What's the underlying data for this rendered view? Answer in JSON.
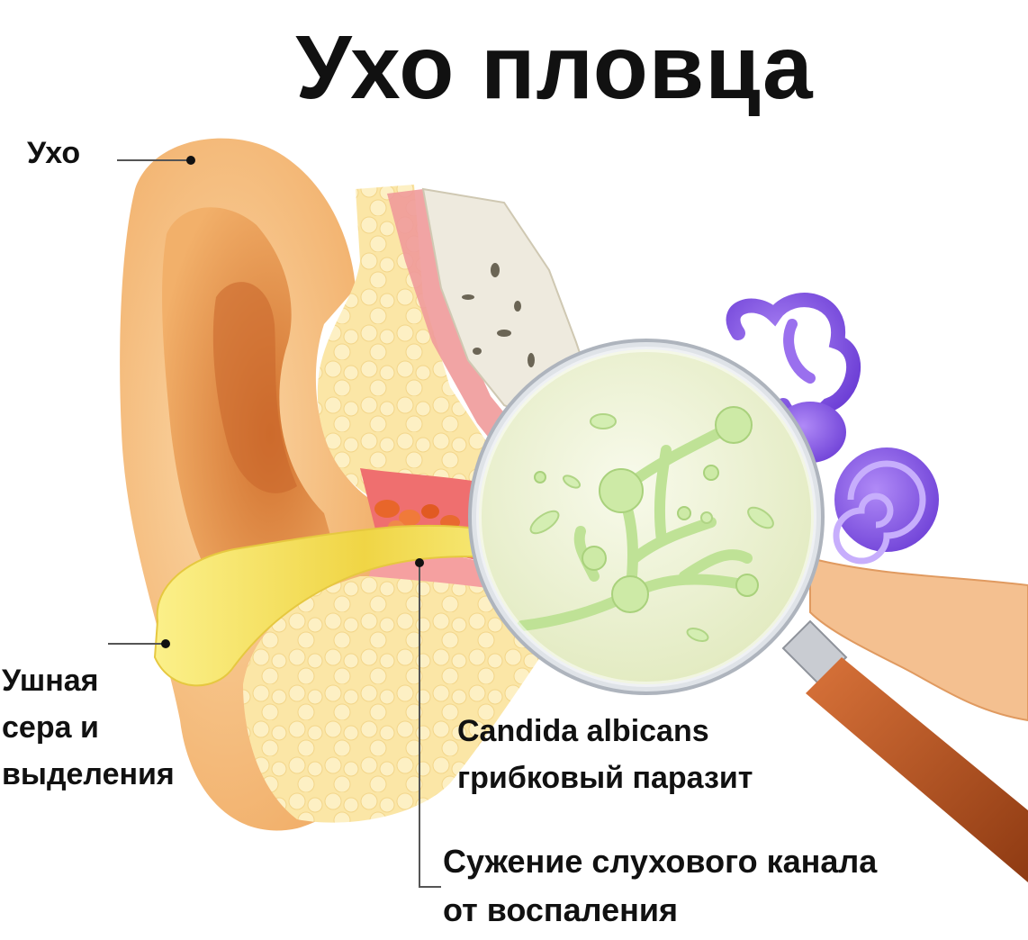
{
  "title": "Ухо пловца",
  "labels": {
    "ear": "Ухо",
    "wax_line1": "Ушная",
    "wax_line2": "сера и",
    "wax_line3": "выделения",
    "candida_line1": "Candida albicans",
    "candida_line2": "грибковый паразит",
    "narrowing_line1": "Сужение слухового канала",
    "narrowing_line2": "от воспаления"
  },
  "colors": {
    "skin": "#f7c48a",
    "skin_dark": "#e3924f",
    "fat": "#fbe6a6",
    "canal_red": "#f07c7c",
    "wax": "#f3e56a",
    "bone": "#eeeade",
    "inner_ear": "#8a5be8",
    "lens_tissue": "#f2f5dc",
    "fungus": "#c9e9a0",
    "handle": "#c45a1e"
  }
}
